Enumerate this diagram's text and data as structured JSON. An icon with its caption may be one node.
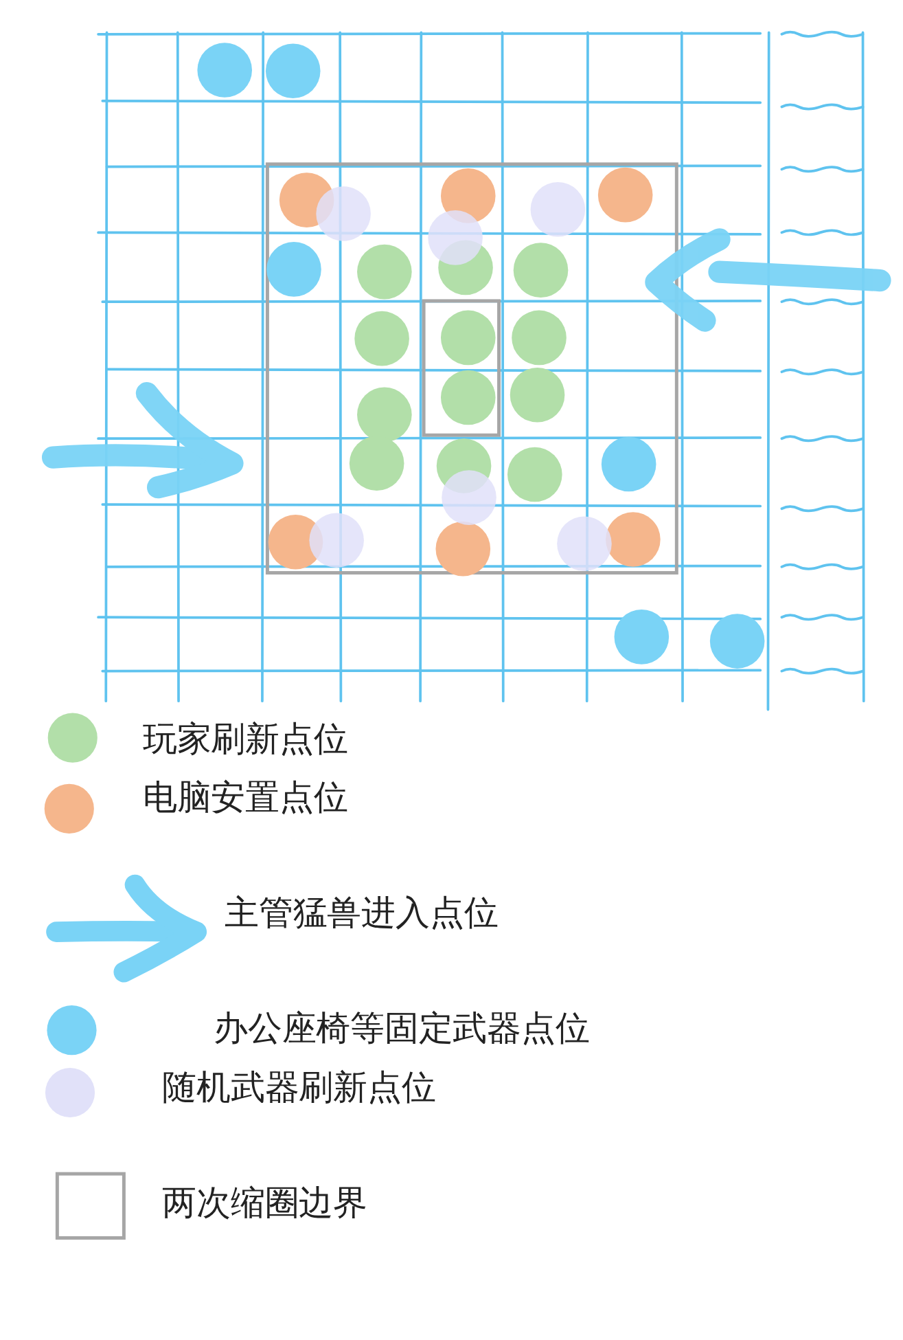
{
  "diagram": {
    "legend": [
      {
        "text": "玩家刷新点位",
        "color": "#b2dfa9"
      },
      {
        "text": "电脑安置点位",
        "color": "#f5b68c"
      },
      {
        "text": "主管猛兽进入点位"
      },
      {
        "text": "办公座椅等固定武器点位",
        "color": "#7ad3f6"
      },
      {
        "text": "随机武器刷新点位",
        "color": "#e1e1f9"
      },
      {
        "text": "两次缩圈边界"
      }
    ]
  }
}
